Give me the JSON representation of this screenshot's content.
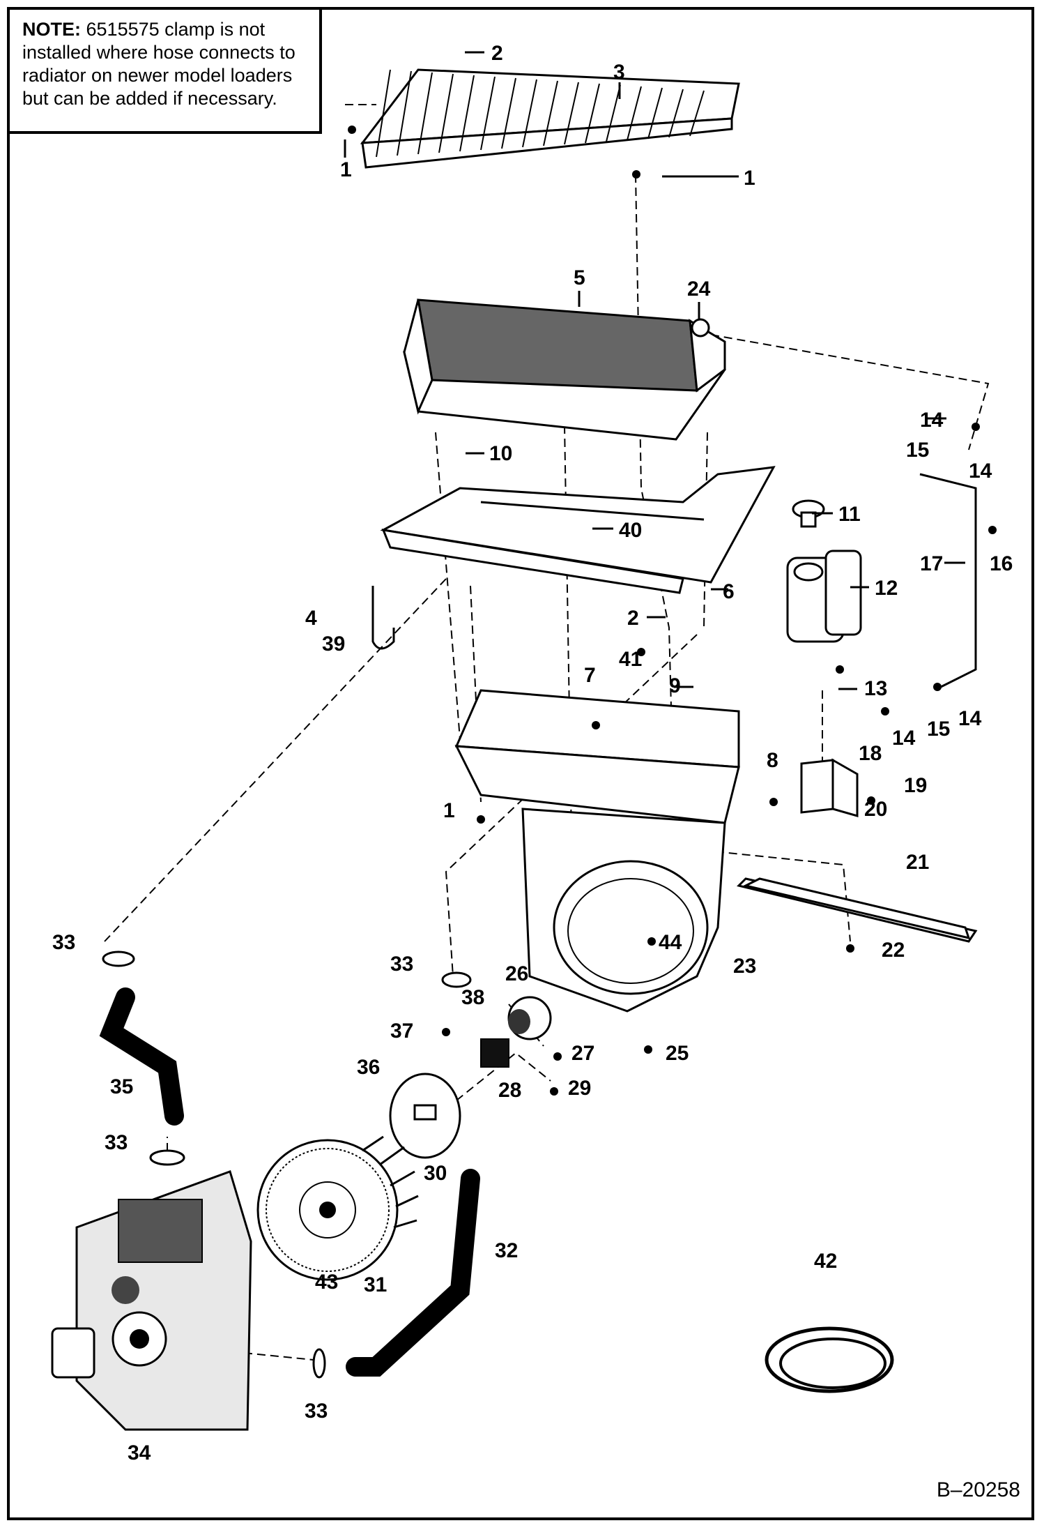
{
  "note": {
    "prefix": "NOTE:",
    "text": "6515575 clamp is not installed where hose connects to radiator on newer model loaders but can be added if necessary."
  },
  "figure_id": "B–20258",
  "callouts": {
    "c1a": "1",
    "c1b": "1",
    "c1c": "1",
    "c2a": "2",
    "c2b": "2",
    "c3": "3",
    "c4": "4",
    "c5": "5",
    "c6": "6",
    "c7": "7",
    "c8": "8",
    "c9": "9",
    "c10": "10",
    "c11": "11",
    "c12": "12",
    "c13": "13",
    "c14a": "14",
    "c14b": "14",
    "c14c": "14",
    "c14d": "14",
    "c15a": "15",
    "c15b": "15",
    "c16": "16",
    "c17": "17",
    "c18": "18",
    "c19": "19",
    "c20": "20",
    "c21": "21",
    "c22": "22",
    "c23": "23",
    "c24": "24",
    "c25": "25",
    "c26": "26",
    "c27": "27",
    "c28": "28",
    "c29": "29",
    "c30": "30",
    "c31": "31",
    "c32": "32",
    "c33a": "33",
    "c33b": "33",
    "c33c": "33",
    "c33d": "33",
    "c34": "34",
    "c35": "35",
    "c36": "36",
    "c37": "37",
    "c38": "38",
    "c39": "39",
    "c40": "40",
    "c41": "41",
    "c42": "42",
    "c43": "43",
    "c44": "44"
  }
}
